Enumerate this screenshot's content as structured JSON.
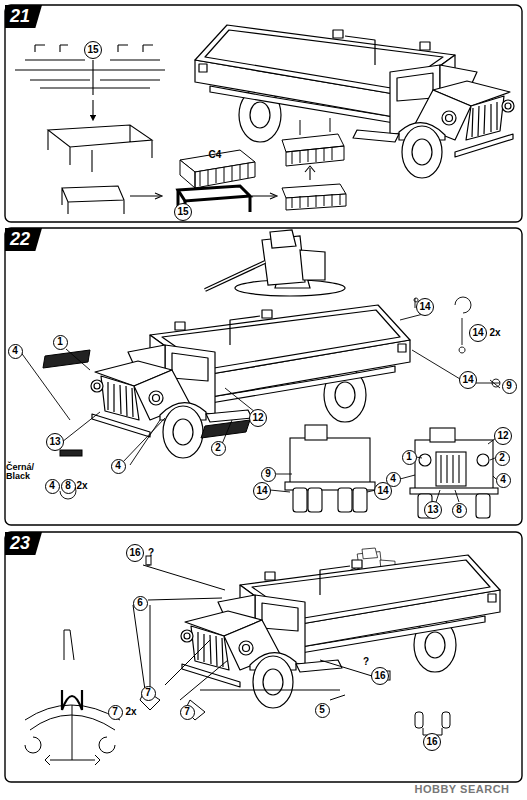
{
  "diagram": {
    "nodes": [
      {
        "text": [
          "21"
        ]
      },
      {
        "text": [
          "15"
        ]
      },
      {
        "text": [
          "15"
        ]
      },
      {
        "text": [
          "22"
        ]
      },
      {
        "text": [
          "14"
        ]
      },
      {
        "text": [
          "14"
        ]
      },
      {
        "text": [
          "14"
        ]
      },
      {
        "text": [
          "9"
        ]
      },
      {
        "text": [
          "1"
        ]
      },
      {
        "text": [
          "4"
        ]
      },
      {
        "text": [
          "13"
        ]
      },
      {
        "text": [
          "12"
        ]
      },
      {
        "text": [
          "2"
        ]
      },
      {
        "text": [
          "8"
        ]
      },
      {
        "text": [
          "4"
        ]
      },
      {
        "text": [
          "4"
        ]
      },
      {
        "text": [
          "9"
        ]
      },
      {
        "text": [
          "14"
        ]
      },
      {
        "text": [
          "14"
        ]
      },
      {
        "text": [
          "1"
        ]
      },
      {
        "text": [
          "4"
        ]
      },
      {
        "text": [
          "12"
        ]
      },
      {
        "text": [
          "2"
        ]
      },
      {
        "text": [
          "4"
        ]
      },
      {
        "text": [
          "13"
        ]
      },
      {
        "text": [
          "8"
        ]
      },
      {
        "text": [
          "23"
        ]
      },
      {
        "text": [
          "16"
        ]
      },
      {
        "text": [
          "6"
        ]
      },
      {
        "text": [
          "7"
        ]
      },
      {
        "text": [
          "7"
        ]
      },
      {
        "text": [
          "7"
        ]
      },
      {
        "text": [
          "5"
        ]
      },
      {
        "text": [
          "16"
        ]
      },
      {
        "text": [
          "16"
        ]
      }
    ],
    "labels": [
      "C4",
      "2x",
      "Černá/ Black",
      "2x",
      "?",
      "2x",
      "?",
      "HOBBY SEARCH"
    ]
  }
}
